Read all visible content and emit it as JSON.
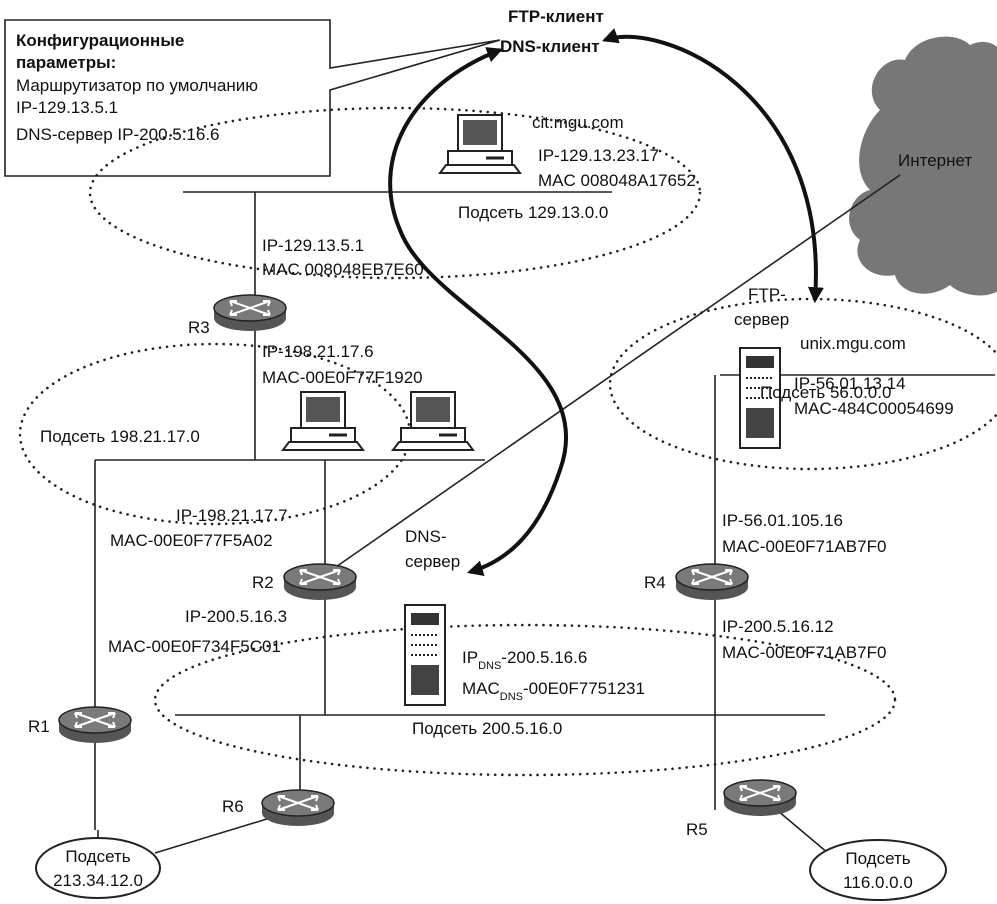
{
  "config": {
    "title_line1": "Конфигурационные",
    "title_line2": "параметры:",
    "line1": "Маршрутизатор по умолчанию",
    "line2": "IP-129.13.5.1",
    "line3": "DNS-сервер IP-200.5.16.6"
  },
  "client": {
    "ftp": "FTP-клиент",
    "dns": "DNS-клиент",
    "host": "cit.mgu.com",
    "ip": "IP-129.13.23.17",
    "mac": "MAC 008048A17652"
  },
  "internet": "Интернет",
  "subnets": {
    "s129": "Подсеть 129.13.0.0",
    "s198": "Подсеть 198.21.17.0",
    "s56": "Подсеть 56.0.0.0",
    "s200": "Подсеть 200.5.16.0",
    "s213_l1": "Подсеть",
    "s213_l2": "213.34.12.0",
    "s116_l1": "Подсеть",
    "s116_l2": "116.0.0.0"
  },
  "r3": {
    "name": "R3",
    "top_ip": "IP-129.13.5.1",
    "top_mac": "MAC 008048EB7E60",
    "bottom_ip": "IP-198.21.17.6",
    "bottom_mac": "MAC-00E0F77F1920"
  },
  "r2": {
    "name": "R2",
    "top_ip": "IP-198.21.17.7",
    "top_mac": "MAC-00E0F77F5A02",
    "bottom_ip": "IP-200.5.16.3",
    "bottom_mac": "MAC-00E0F734F5C01"
  },
  "r4": {
    "name": "R4",
    "top_ip": "IP-56.01.105.16",
    "top_mac": "MAC-00E0F71AB7F0",
    "bottom_ip": "IP-200.5.16.12",
    "bottom_mac": "MAC-00E0F71AB7F0"
  },
  "r1": {
    "name": "R1"
  },
  "r5": {
    "name": "R5"
  },
  "r6": {
    "name": "R6"
  },
  "ftp_server": {
    "label1": "FTP-",
    "label2": "сервер",
    "host": "unix.mgu.com",
    "ip": "IP-56.01.13.14",
    "mac": "MAC-484C00054699"
  },
  "dns_server": {
    "label1": "DNS-",
    "label2": "сервер",
    "ip_main": "IP",
    "ip_sub": "DNS",
    "ip_val": "-200.5.16.6",
    "mac_main": "MAC",
    "mac_sub": "DNS",
    "mac_val": "-00E0F7751231"
  }
}
